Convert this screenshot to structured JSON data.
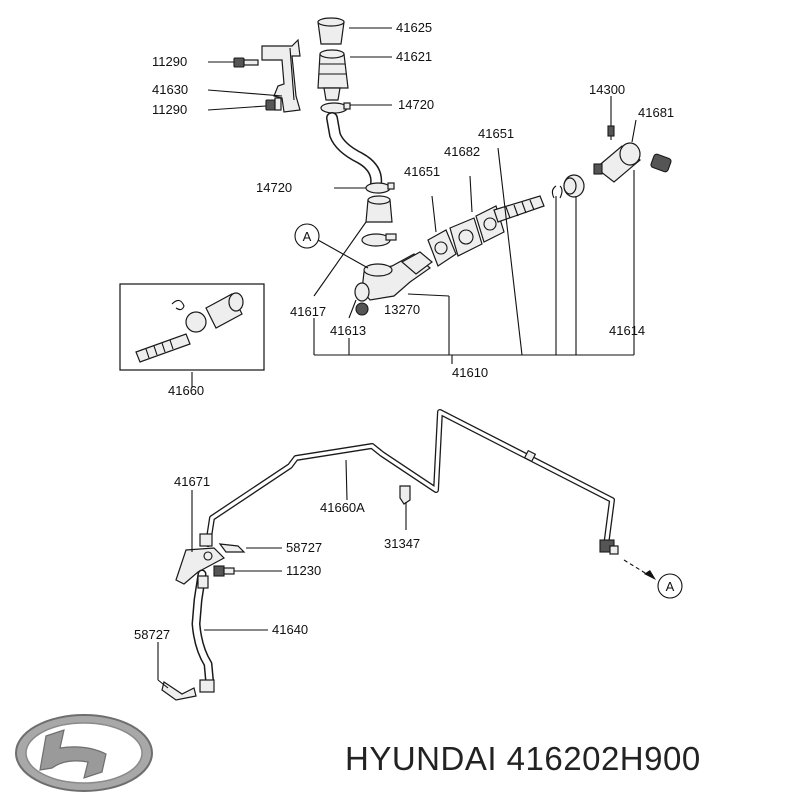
{
  "labels": {
    "p41625": "41625",
    "p41621": "41621",
    "p11290a": "11290",
    "p41630": "41630",
    "p11290b": "11290",
    "p14720a": "14720",
    "p14300": "14300",
    "p41681": "41681",
    "p41651a": "41651",
    "p41682": "41682",
    "p41651b": "41651",
    "p14720b": "14720",
    "callout_a_top": "A",
    "p41617": "41617",
    "p13270": "13270",
    "p41613": "41613",
    "p41614": "41614",
    "p41660": "41660",
    "p41610": "41610",
    "p41671": "41671",
    "p41660A": "41660A",
    "p31347": "31347",
    "p58727a": "58727",
    "p11230": "11230",
    "p58727b": "58727",
    "p41640": "41640",
    "callout_a_bottom": "A"
  },
  "brand": {
    "logo": "hyundai-logo",
    "text": "HYUNDAI 416202H900"
  },
  "colors": {
    "line": "#111111",
    "part_fill": "#eeeeee",
    "logo": "#9a9a9a"
  }
}
